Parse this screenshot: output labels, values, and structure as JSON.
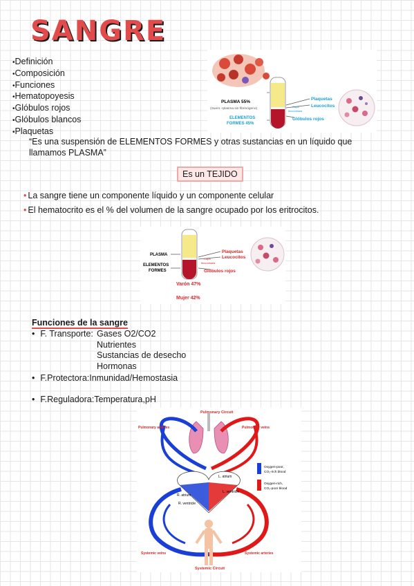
{
  "title": "SANGRE",
  "toc": [
    "Definición",
    "Composición",
    "Funciones",
    "Hematopoyesis",
    "Glóbulos rojos",
    "Glóbulos blancos",
    "Plaquetas"
  ],
  "quote": "“Es una suspensión de ELEMENTOS FORMES y otras sustancias en un líquido que llamamos PLASMA”",
  "tejido": "Es un TEJIDO",
  "points": [
    "La sangre tiene un componente líquido y un componente celular",
    "El hematocrito es el % del volumen de la sangre ocupado por los eritrocitos."
  ],
  "figure1": {
    "plasma": "PLASMA 55%",
    "plasma_note": "(Suero +plasma sin fibrinógeno)",
    "elementos": "ELEMENTOS",
    "formes": "FORMES  45%",
    "plaquetas": "Plaquetas",
    "leucocitos": "Leucocitos",
    "capa": "Capa",
    "leucocitaria": "leucocitaria",
    "globulos": "Glóbulos rojos"
  },
  "figure2": {
    "plasma": "PLASMA",
    "elementos": "ELEMENTOS",
    "formes": "FORMES",
    "plaquetas": "Plaquetas",
    "leucocitos": "Leucocitos",
    "capa": "Capa",
    "leucocitaria": "leucocitaria",
    "globulos": "Glóbulos rojos",
    "varon": "Varón  47%",
    "mujer": "Mujer 42%"
  },
  "funciones": {
    "heading": "Funciones de la sangre",
    "transporte_label": "F. Transporte:",
    "transporte_items": [
      "Gases O2/CO2",
      "Nutrientes",
      "Sustancias de desecho",
      "Hormonas"
    ],
    "protectora": "F.Protectora:Inmunidad/Hemostasia",
    "reguladora": "F.Reguladora:Temperatura,pH"
  },
  "circulation": {
    "pulmonary_circuit": "Pulmonary Circuit",
    "pulmonary_arteries": "Pulmonary arteries",
    "pulmonary_veins": "Pulmonary veins",
    "l_atrium": "L. atrium",
    "l_ventricle": "L. ventricle",
    "r_atrium": "R. atrium",
    "r_ventricle": "R. ventricle",
    "systemic_veins": "Systemic veins",
    "systemic_arteries": "Systemic arteries",
    "systemic_circuit": "Systemic Circuit",
    "legend_poor": "Oxygen-poor,",
    "legend_poor2": "CO₂-rich blood",
    "legend_rich": "Oxygen-rich,",
    "legend_rich2": "CO₂-poor blood",
    "color_poor": "#1a3fd6",
    "color_rich": "#e01818"
  }
}
